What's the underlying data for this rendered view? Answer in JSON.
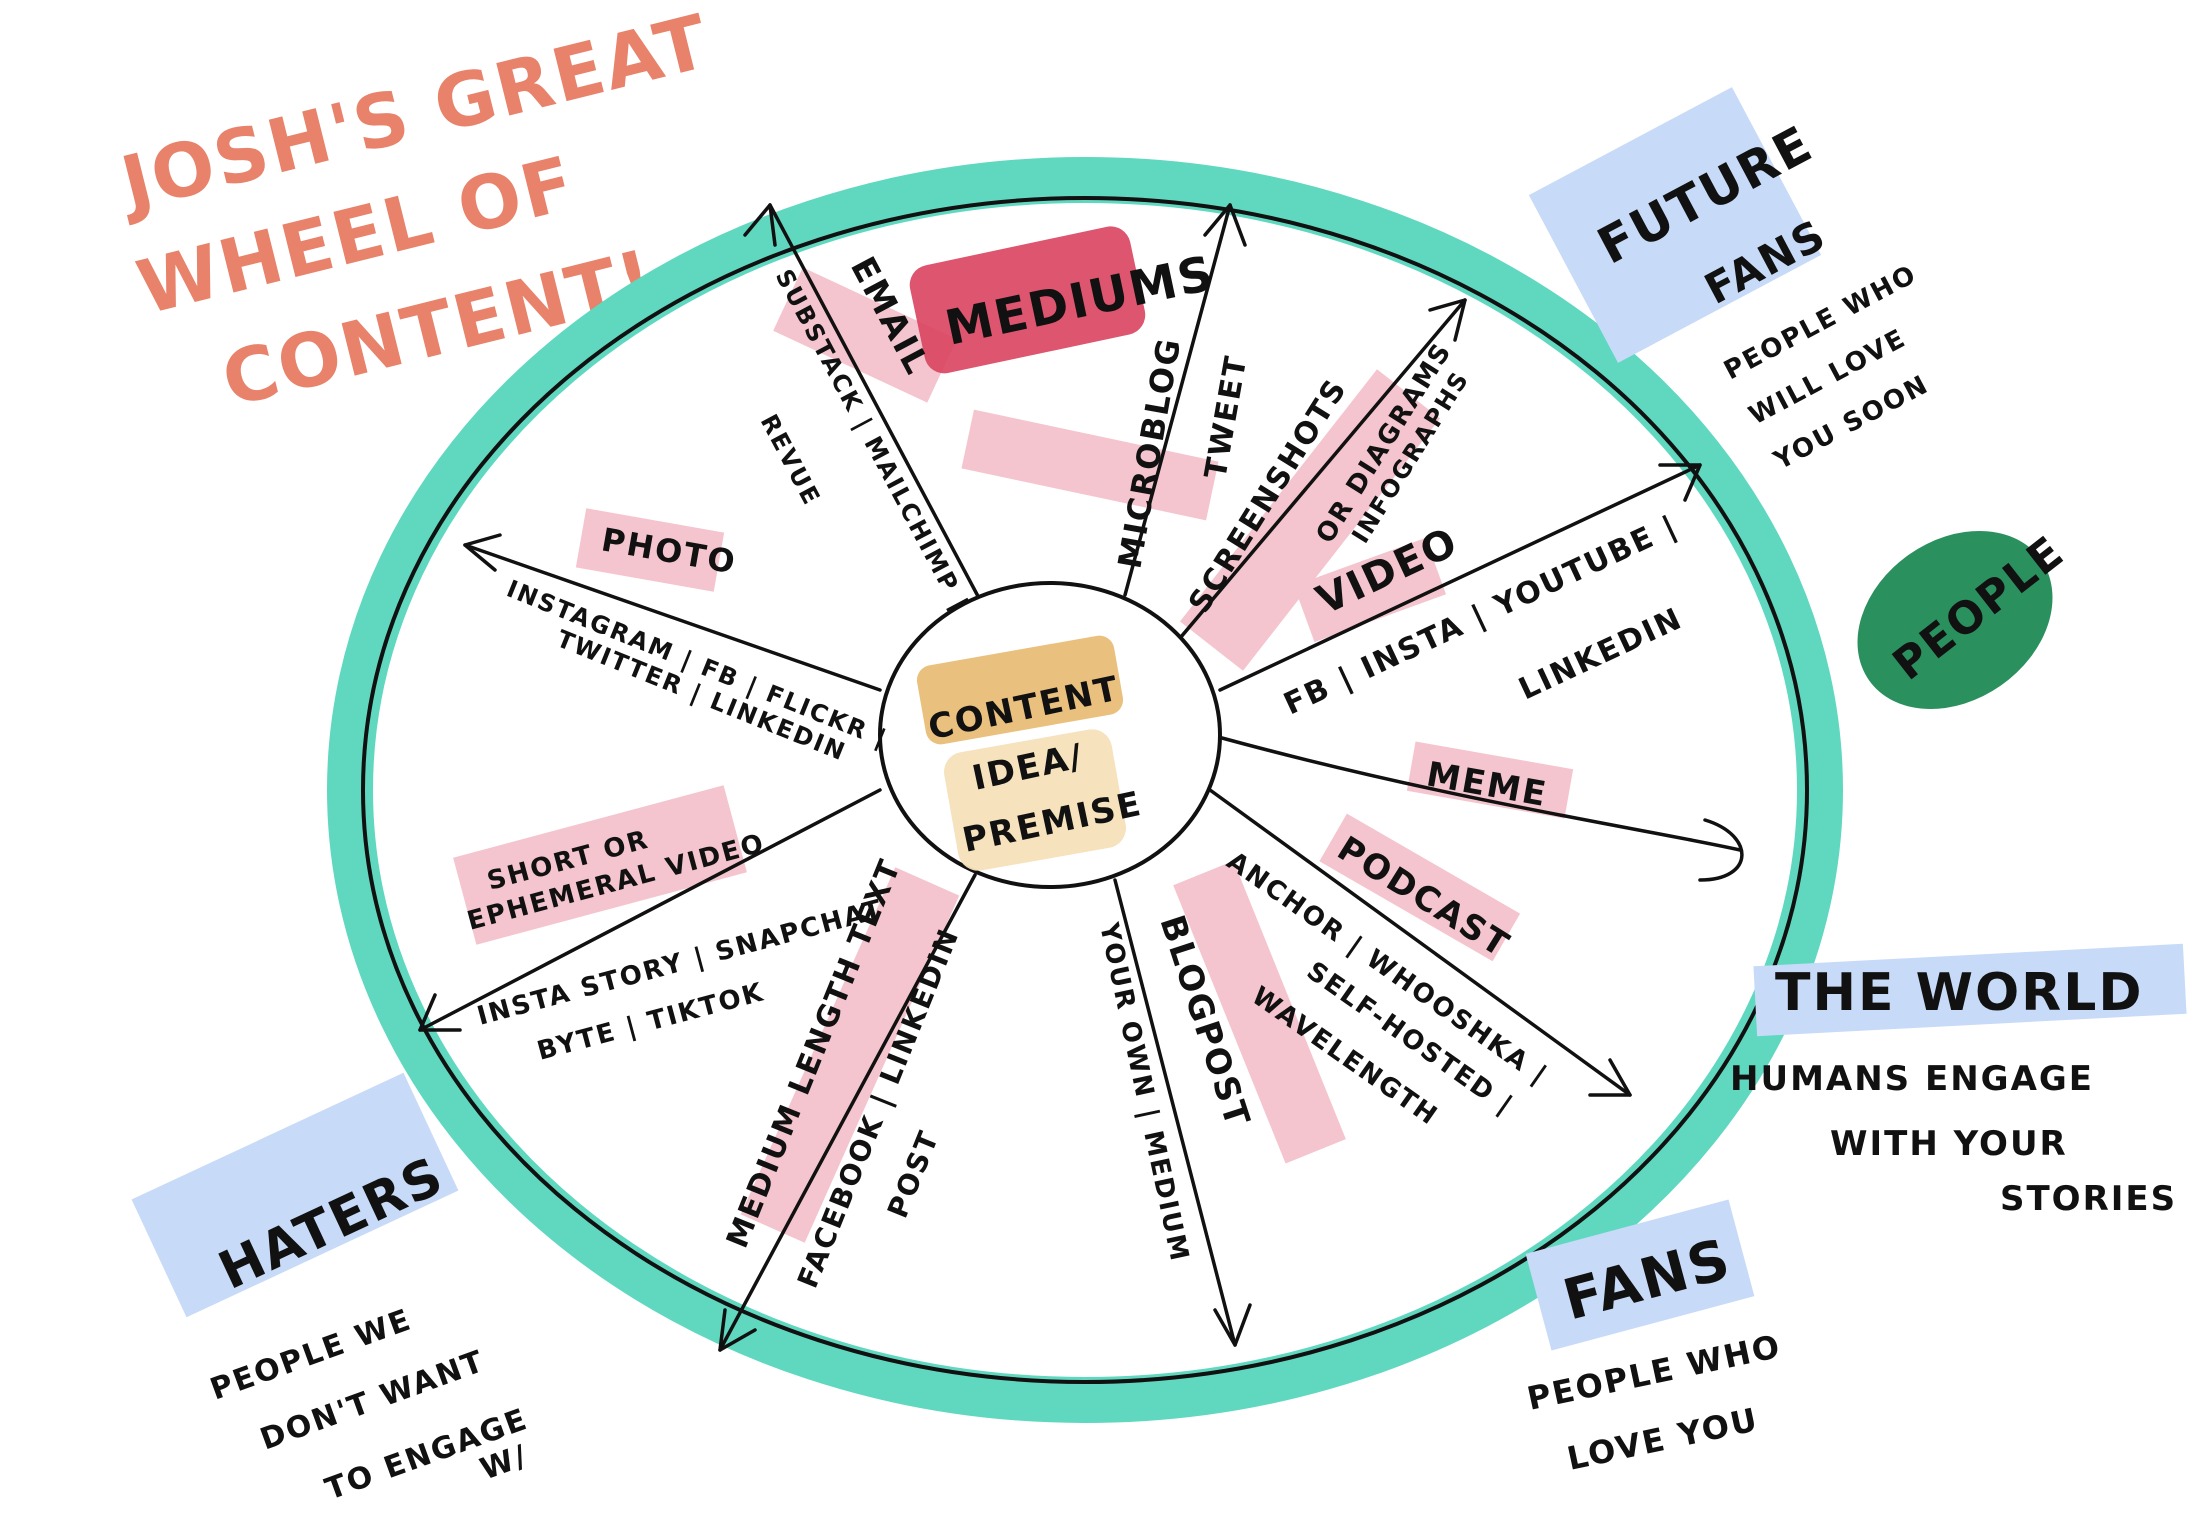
{
  "title": [
    "JOSH'S GREAT",
    "WHEEL OF",
    "CONTENT!"
  ],
  "center": [
    "CONTENT",
    "IDEA/",
    "PREMISE"
  ],
  "categories": {
    "mediums": "MEDIUMS",
    "people": "PEOPLE"
  },
  "spokes": {
    "email": {
      "medium": "EMAIL",
      "platforms": [
        "SUBSTACK | MAILCHIMP |",
        "REVUE"
      ]
    },
    "microblog": {
      "medium": "MICROBLOG",
      "platforms": [
        "TWEET"
      ]
    },
    "screenshots": {
      "medium": "SCREENSHOTS",
      "medium2": [
        "OR DIAGRAMS",
        "INFOGRAPHS"
      ]
    },
    "video": {
      "medium": "VIDEO",
      "platforms": [
        "FB | INSTA | YOUTUBE |",
        "LINKEDIN"
      ]
    },
    "meme": {
      "medium": "MEME"
    },
    "podcast": {
      "medium": "PODCAST",
      "platforms": [
        "ANCHOR | WHOOSHKA |",
        "SELF-HOSTED |",
        "WAVELENGTH"
      ]
    },
    "blogpost": {
      "medium": "BLOGPOST",
      "platforms": [
        "YOUR OWN | MEDIUM"
      ]
    },
    "medium_text": {
      "medium": "MEDIUM LENGTH TEXT",
      "platforms": [
        "FACEBOOK | LINKEDIN",
        "POST"
      ]
    },
    "short_video": {
      "medium": [
        "SHORT OR",
        "EPHEMERAL VIDEO"
      ],
      "platforms": [
        "INSTA STORY | SNAPCHAT",
        "BYTE | TIKTOK"
      ]
    },
    "photo": {
      "medium": "PHOTO",
      "platforms": [
        "INSTAGRAM | FB | FLICKR |",
        "TWITTER | LINKEDIN"
      ]
    }
  },
  "audiences": {
    "future_fans": {
      "label": [
        "FUTURE",
        "FANS"
      ],
      "desc": [
        "PEOPLE WHO",
        "WILL LOVE",
        "YOU SOON"
      ]
    },
    "world": {
      "label": "THE WORLD",
      "desc": [
        "HUMANS ENGAGE",
        "WITH YOUR",
        "STORIES"
      ]
    },
    "fans": {
      "label": "FANS",
      "desc": [
        "PEOPLE WHO",
        "LOVE YOU"
      ]
    },
    "haters": {
      "label": "HATERS",
      "desc": [
        "PEOPLE WE",
        "DON'T WANT",
        "TO ENGAGE",
        "W/"
      ]
    }
  },
  "colors": {
    "ring": "#5fd8bf",
    "title": "#e8826b",
    "medium_highlight": "#f4c2cc",
    "mediums_badge": "#d9425f",
    "people_badge": "#1f8a55",
    "audience_highlight": "#c7daf7",
    "center_orange": "#e6b567",
    "center_tan": "#f6e0b8",
    "ink": "#111111"
  },
  "icons": [
    "arrow-head-icon"
  ]
}
